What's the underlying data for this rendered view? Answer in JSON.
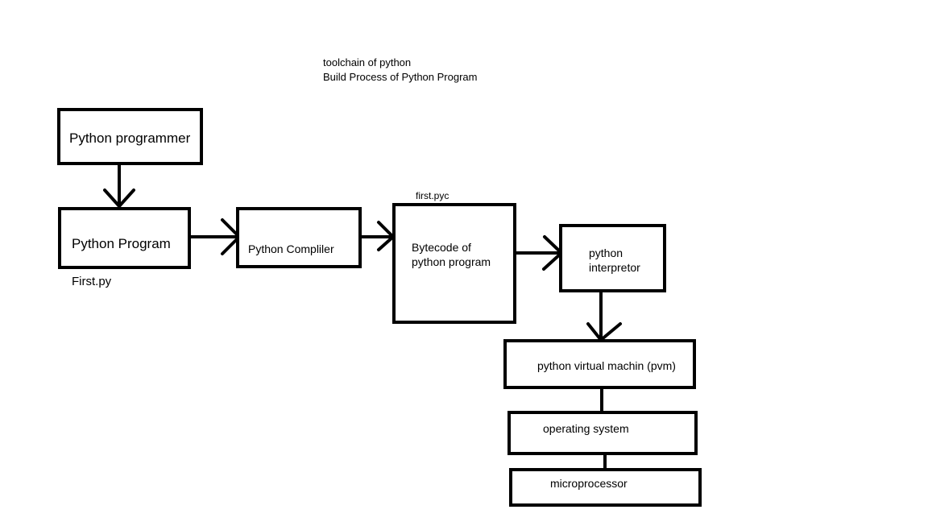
{
  "title_lines": [
    "toolchain of python",
    "Build Process of Python Program"
  ],
  "nodes": {
    "programmer": {
      "label": [
        "Python programmer"
      ]
    },
    "program": {
      "label": [
        "Python Program"
      ],
      "caption": "First.py"
    },
    "compiler": {
      "label": [
        "Python Compliler"
      ]
    },
    "bytecode": {
      "label": [
        "Bytecode of",
        "python program"
      ],
      "caption": "first.pyc"
    },
    "interpreter": {
      "label": [
        "python",
        "interpretor"
      ]
    },
    "pvm": {
      "label": [
        "python virtual machin (pvm)"
      ]
    },
    "os": {
      "label": [
        "operating system"
      ]
    },
    "cpu": {
      "label": [
        "microprocessor"
      ]
    }
  },
  "edges": [
    {
      "from": "programmer",
      "to": "program",
      "arrow": true
    },
    {
      "from": "program",
      "to": "compiler",
      "arrow": true
    },
    {
      "from": "compiler",
      "to": "bytecode",
      "arrow": true
    },
    {
      "from": "bytecode",
      "to": "interpreter",
      "arrow": true
    },
    {
      "from": "interpreter",
      "to": "pvm",
      "arrow": true
    },
    {
      "from": "pvm",
      "to": "os",
      "arrow": false
    },
    {
      "from": "os",
      "to": "cpu",
      "arrow": false
    }
  ],
  "colors": {
    "stroke": "#000000",
    "background": "#ffffff",
    "text": "#000000"
  }
}
